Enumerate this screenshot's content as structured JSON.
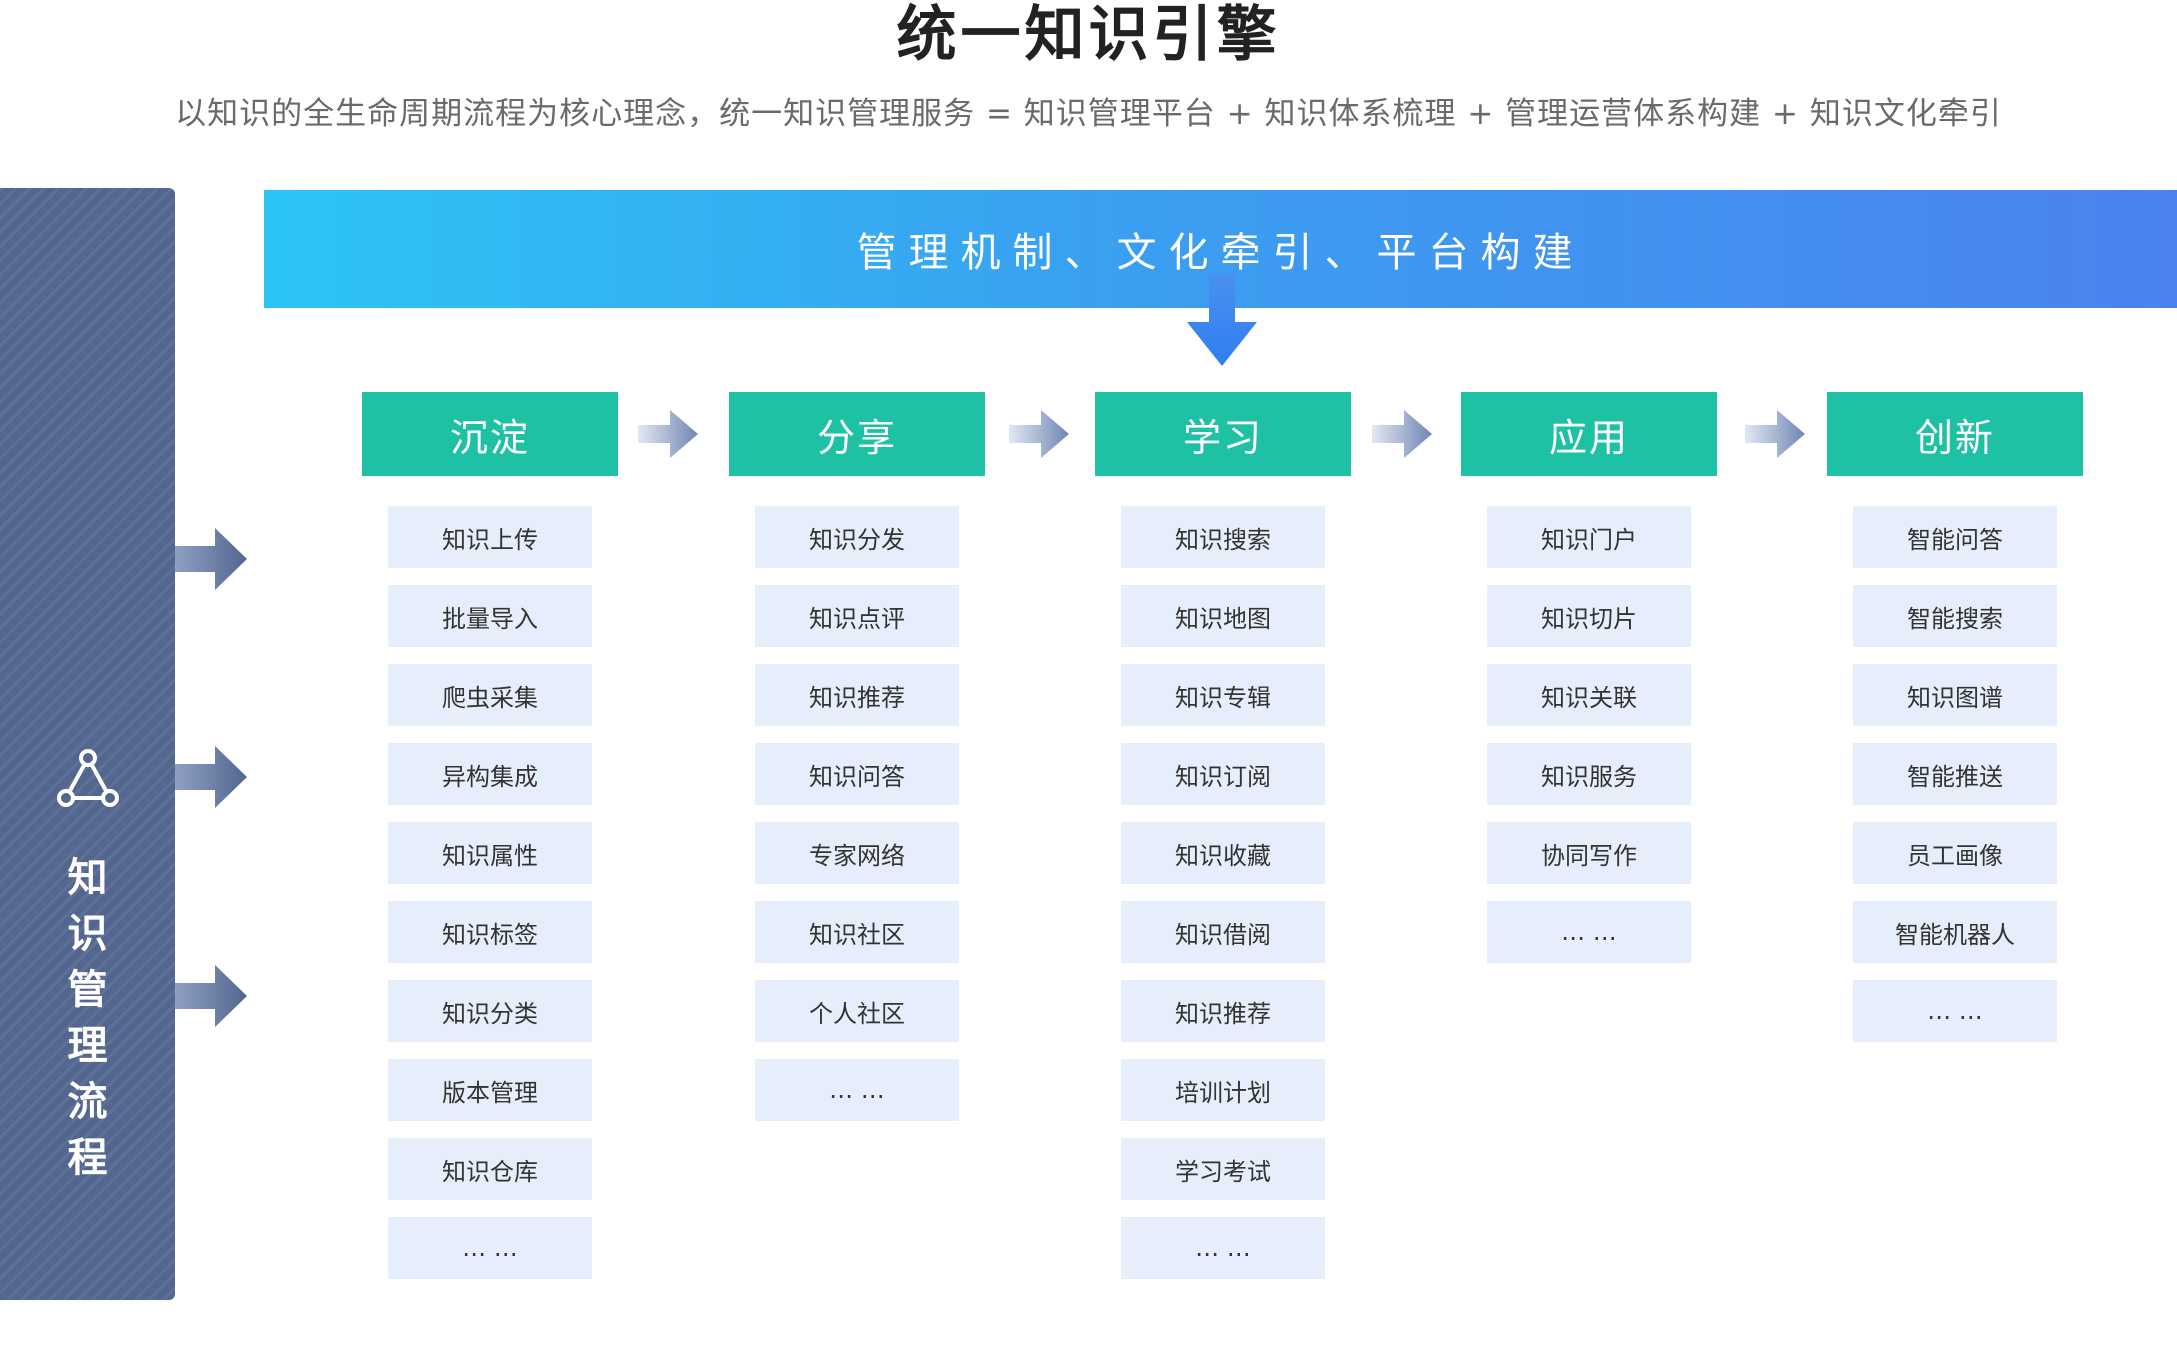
{
  "header": {
    "title": "统一知识引擎",
    "subtitle": "以知识的全生命周期流程为核心理念，统一知识管理服务 = 知识管理平台 + 知识体系梳理 + 管理运营体系构建 + 知识文化牵引"
  },
  "sidebar": {
    "label_chars": [
      "知",
      "识",
      "管",
      "理",
      "流",
      "程"
    ],
    "icon": "triangle-nodes-icon",
    "color": "#52668f"
  },
  "banner": {
    "text": "管理机制、文化牵引、平台构建"
  },
  "colors": {
    "accent_green": "#1fc1a5",
    "banner_start": "#2cc4f6",
    "banner_end": "#4a83ee",
    "item_bg": "#e6eefb"
  },
  "columns": [
    {
      "title": "沉淀",
      "items": [
        "知识上传",
        "批量导入",
        "爬虫采集",
        "异构集成",
        "知识属性",
        "知识标签",
        "知识分类",
        "版本管理",
        "知识仓库",
        "… …"
      ]
    },
    {
      "title": "分享",
      "items": [
        "知识分发",
        "知识点评",
        "知识推荐",
        "知识问答",
        "专家网络",
        "知识社区",
        "个人社区",
        "… …"
      ]
    },
    {
      "title": "学习",
      "items": [
        "知识搜索",
        "知识地图",
        "知识专辑",
        "知识订阅",
        "知识收藏",
        "知识借阅",
        "知识推荐",
        "培训计划",
        "学习考试",
        "… …"
      ]
    },
    {
      "title": "应用",
      "items": [
        "知识门户",
        "知识切片",
        "知识关联",
        "知识服务",
        "协同写作",
        "… …"
      ]
    },
    {
      "title": "创新",
      "items": [
        "智能问答",
        "智能搜索",
        "知识图谱",
        "智能推送",
        "员工画像",
        "智能机器人",
        "… …"
      ]
    }
  ]
}
